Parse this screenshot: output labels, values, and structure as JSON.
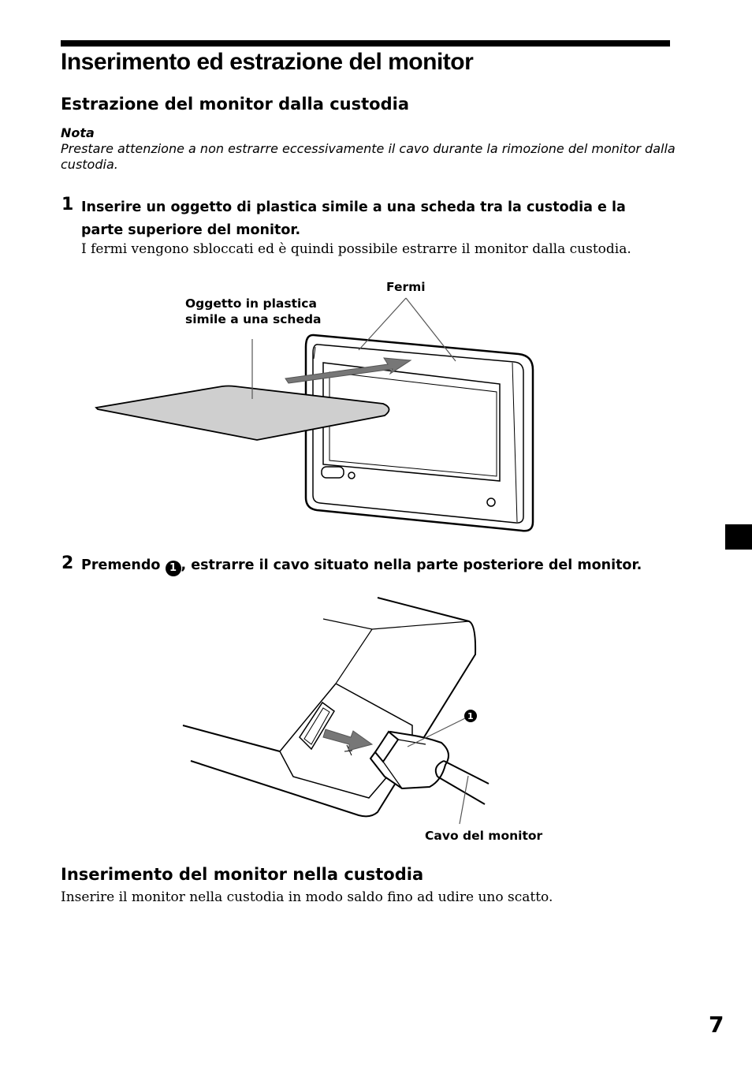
{
  "page": {
    "title": "Inserimento ed estrazione del monitor",
    "page_number": "7"
  },
  "section1": {
    "heading": "Estrazione del monitor dalla custodia",
    "note_label": "Nota",
    "note_text": "Prestare attenzione a non estrarre eccessivamente il cavo durante la rimozione del monitor dalla custodia."
  },
  "steps": [
    {
      "number": "1",
      "instruction": "Inserire un oggetto di plastica simile a una scheda tra la custodia e la parte superiore del monitor.",
      "detail": "I fermi vengono sbloccati ed è quindi possibile estrarre il monitor dalla custodia."
    },
    {
      "number": "2",
      "instruction_before": "Premendo ",
      "marker": "1",
      "instruction_after": ", estrarre il cavo situato nella parte posteriore del monitor."
    }
  ],
  "figure1": {
    "label_card_line1": "Oggetto in plastica",
    "label_card_line2": "simile a una scheda",
    "label_catches": "Fermi"
  },
  "figure2": {
    "label_marker": "1",
    "label_cable": "Cavo del monitor"
  },
  "section2": {
    "heading": "Inserimento del monitor nella custodia",
    "body": "Inserire il monitor nella custodia in modo saldo fino ad udire uno scatto."
  }
}
